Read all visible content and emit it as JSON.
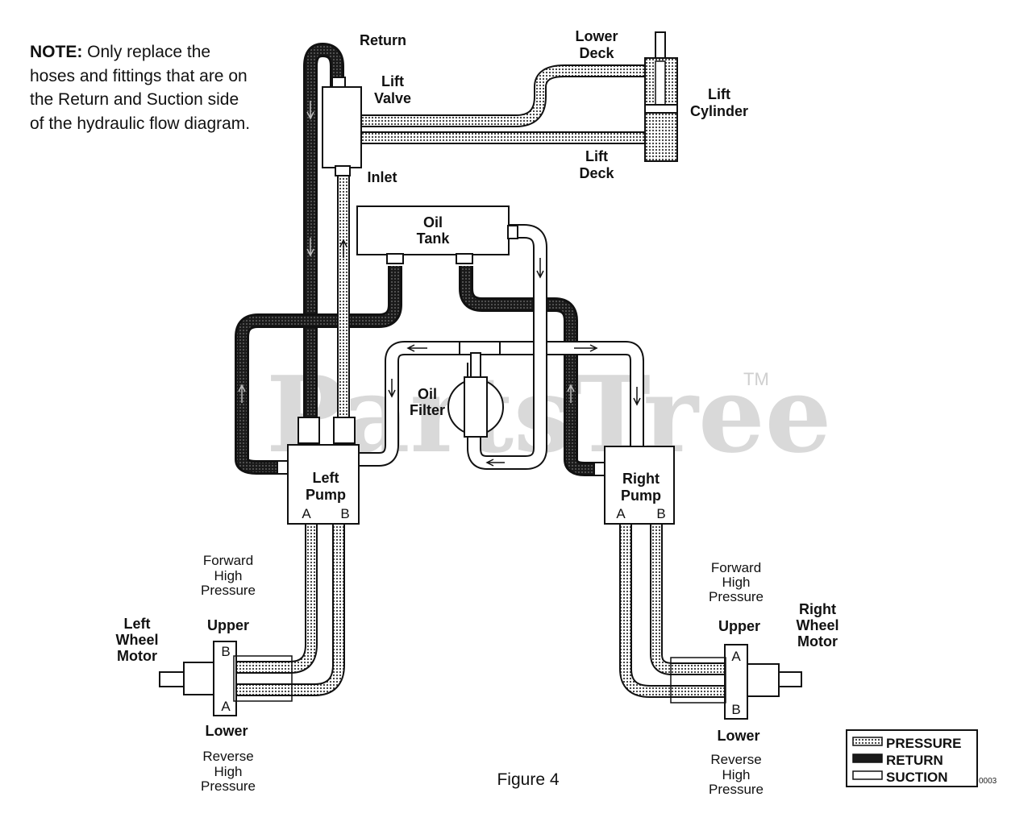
{
  "note": {
    "heading": "NOTE:",
    "text": "Only replace the hoses and fittings that are on the Return and Suction side of the hydraulic flow diagram."
  },
  "labels": {
    "return": "Return",
    "lift_valve": [
      "Lift",
      "Valve"
    ],
    "inlet": "Inlet",
    "lower_deck": [
      "Lower",
      "Deck"
    ],
    "lift_deck": [
      "Lift",
      "Deck"
    ],
    "lift_cylinder": [
      "Lift",
      "Cylinder"
    ],
    "oil_tank": [
      "Oil",
      "Tank"
    ],
    "oil_filter": [
      "Oil",
      "Filter"
    ],
    "left_pump": [
      "Left",
      "Pump"
    ],
    "right_pump": [
      "Right",
      "Pump"
    ],
    "port_a": "A",
    "port_b": "B",
    "forward_high_pressure": [
      "Forward",
      "High",
      "Pressure"
    ],
    "reverse_high_pressure": [
      "Reverse",
      "High",
      "Pressure"
    ],
    "upper": "Upper",
    "lower": "Lower",
    "left_wheel_motor": [
      "Left",
      "Wheel",
      "Motor"
    ],
    "right_wheel_motor": [
      "Right",
      "Wheel",
      "Motor"
    ]
  },
  "figure_caption": "Figure 4",
  "legend": {
    "items": [
      {
        "label": "PRESSURE",
        "style": "dotted"
      },
      {
        "label": "RETURN",
        "style": "dark"
      },
      {
        "label": "SUCTION",
        "style": "plain"
      }
    ]
  },
  "image_code": "0003",
  "watermark": {
    "text": "PartsTree",
    "trademark": "TM"
  },
  "colors": {
    "pressure_fill": "#bdbdbd",
    "return_fill": "#1a1a1a",
    "suction_fill": "#ffffff",
    "outline": "#111111",
    "watermark": "#d9d9d9"
  }
}
